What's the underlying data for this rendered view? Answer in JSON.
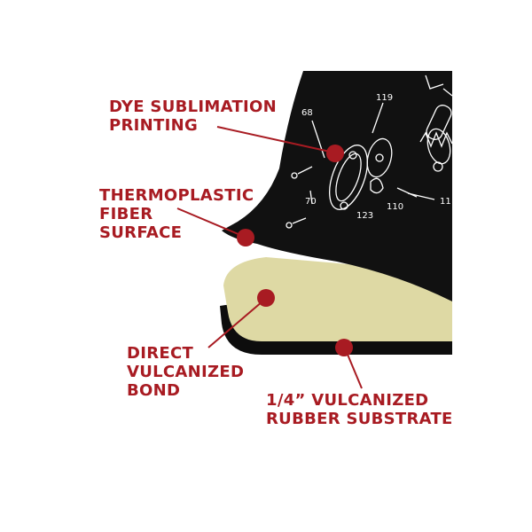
{
  "callouts": {
    "dye": [
      "DYE SUBLIMATION",
      "PRINTING"
    ],
    "fiber": [
      "THERMOPLASTIC",
      "FIBER",
      "SURFACE"
    ],
    "bond": [
      "DIRECT",
      "VULCANIZED",
      "BOND"
    ],
    "rubber": [
      "1/4” VULCANIZED",
      "RUBBER SUBSTRATE"
    ]
  },
  "part_numbers": {
    "p119": "119",
    "p68": "68",
    "p70": "70",
    "p123": "123",
    "p110": "110",
    "p11": "11"
  },
  "colors": {
    "label_red": "#a81b22",
    "mat_black": "#111111",
    "bond_tan": "#ded9a4"
  }
}
